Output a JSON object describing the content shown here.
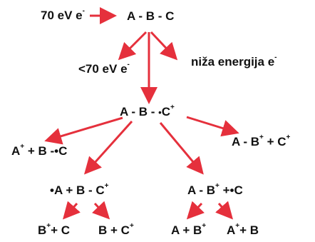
{
  "colors": {
    "arrow": "#e5303c",
    "text": "#111111"
  },
  "labels": {
    "electron_beam": "70 eV e",
    "electron_sup": "-",
    "molecule": "A - B - C",
    "low_energy": "<70 eV e",
    "low_sup": "-",
    "lower_energy": "niža energija e",
    "lower_sup": "-",
    "radical_cation_left": "A - B - ",
    "radical_cation_dot": "•",
    "radical_cation_atom": "C",
    "radical_cation_sup": "+",
    "frag_a_plus": "A",
    "frag_a_plus_sup": "+",
    "frag_a_plus_rest": " + B -•C",
    "frag_ab_plus_left": "A - B",
    "frag_ab_plus_sup": "+",
    "frag_ab_plus_rest": " + C",
    "frag_ab_plus_rest_sup": "+",
    "frag_radical_a": "•A  + B - C",
    "frag_radical_a_sup": "+",
    "frag_ab_radical_c": "A - B",
    "frag_ab_radical_c_sup": "+",
    "frag_ab_radical_c_rest": " +•C",
    "final_b_plus": "B",
    "final_b_plus_sup": "+",
    "final_b_plus_rest": "+ C",
    "final_c_plus": "B + C",
    "final_c_plus_sup": "+",
    "final_a_b_plus": "A + B",
    "final_a_b_plus_sup": "+",
    "final_a_plus_b": "A",
    "final_a_plus_b_sup": "+",
    "final_a_plus_b_rest": "+ B"
  }
}
